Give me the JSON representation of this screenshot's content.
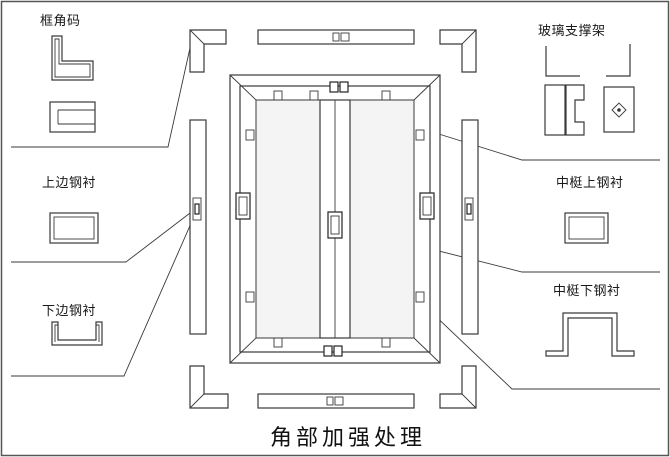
{
  "labels": {
    "corner_code": "框角码",
    "glass_support": "玻璃支撑架",
    "top_steel": "上边钢衬",
    "bottom_steel": "下边钢衬",
    "mullion_top_steel": "中梃上钢衬",
    "mullion_bottom_steel": "中梃下钢衬"
  },
  "caption": "角部加强处理",
  "colors": {
    "line": "#3a3a3a",
    "frame_fill": "#ffffff",
    "sash_fill": "#f4f4f4",
    "border": "#555555"
  }
}
